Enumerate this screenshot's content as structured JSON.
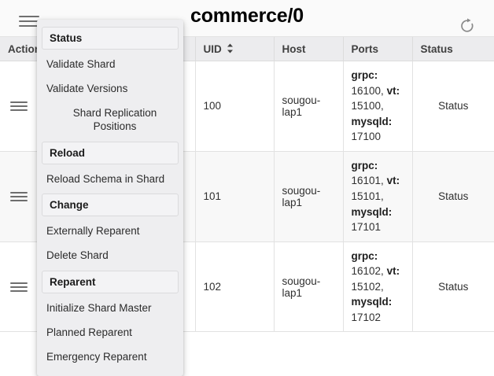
{
  "toolbar": {
    "menu_icon": "hamburger-icon",
    "title": "commerce/0",
    "refresh_icon": "refresh-icon"
  },
  "menu": {
    "entries": [
      {
        "type": "section",
        "label": "Status"
      },
      {
        "type": "item",
        "label": "Validate Shard"
      },
      {
        "type": "item",
        "label": "Validate Versions"
      },
      {
        "type": "item",
        "label": "Shard Replication Positions",
        "indent": true
      },
      {
        "type": "section",
        "label": "Reload"
      },
      {
        "type": "item",
        "label": "Reload Schema in Shard"
      },
      {
        "type": "section",
        "label": "Change"
      },
      {
        "type": "item",
        "label": "Externally Reparent"
      },
      {
        "type": "item",
        "label": "Delete Shard"
      },
      {
        "type": "section",
        "label": "Reparent"
      },
      {
        "type": "item",
        "label": "Initialize Shard Master"
      },
      {
        "type": "item",
        "label": "Planned Reparent"
      },
      {
        "type": "item",
        "label": "Emergency Reparent"
      }
    ]
  },
  "table": {
    "columns": [
      {
        "key": "action",
        "label": "Action",
        "sortable": false
      },
      {
        "key": "keyspace",
        "label": "",
        "sortable": false
      },
      {
        "key": "uid",
        "label": "UID",
        "sortable": true
      },
      {
        "key": "host",
        "label": "Host",
        "sortable": false
      },
      {
        "key": "ports",
        "label": "Ports",
        "sortable": false
      },
      {
        "key": "status",
        "label": "Status",
        "sortable": false
      }
    ],
    "rows": [
      {
        "action_icon": "row-menu-icon",
        "uid": "100",
        "host": "sougou-lap1",
        "ports": [
          {
            "name": "grpc:",
            "value": "16100,"
          },
          {
            "name": "vt:",
            "value": "15100,"
          },
          {
            "name": "mysqld:",
            "value": "17100"
          }
        ],
        "status": "Status"
      },
      {
        "action_icon": "row-menu-icon",
        "uid": "101",
        "host": "sougou-lap1",
        "ports": [
          {
            "name": "grpc:",
            "value": "16101,"
          },
          {
            "name": "vt:",
            "value": "15101,"
          },
          {
            "name": "mysqld:",
            "value": "17101"
          }
        ],
        "status": "Status"
      },
      {
        "action_icon": "row-menu-icon",
        "uid": "102",
        "host": "sougou-lap1",
        "ports": [
          {
            "name": "grpc:",
            "value": "16102,"
          },
          {
            "name": "vt:",
            "value": "15102,"
          },
          {
            "name": "mysqld:",
            "value": "17102"
          }
        ],
        "status": "Status"
      }
    ]
  },
  "colors": {
    "toolbar_bg": "#fafafa",
    "header_bg": "#ececee",
    "menu_bg": "#eeeef0",
    "row_alt_bg": "#f8f8f8",
    "text": "#303030"
  }
}
